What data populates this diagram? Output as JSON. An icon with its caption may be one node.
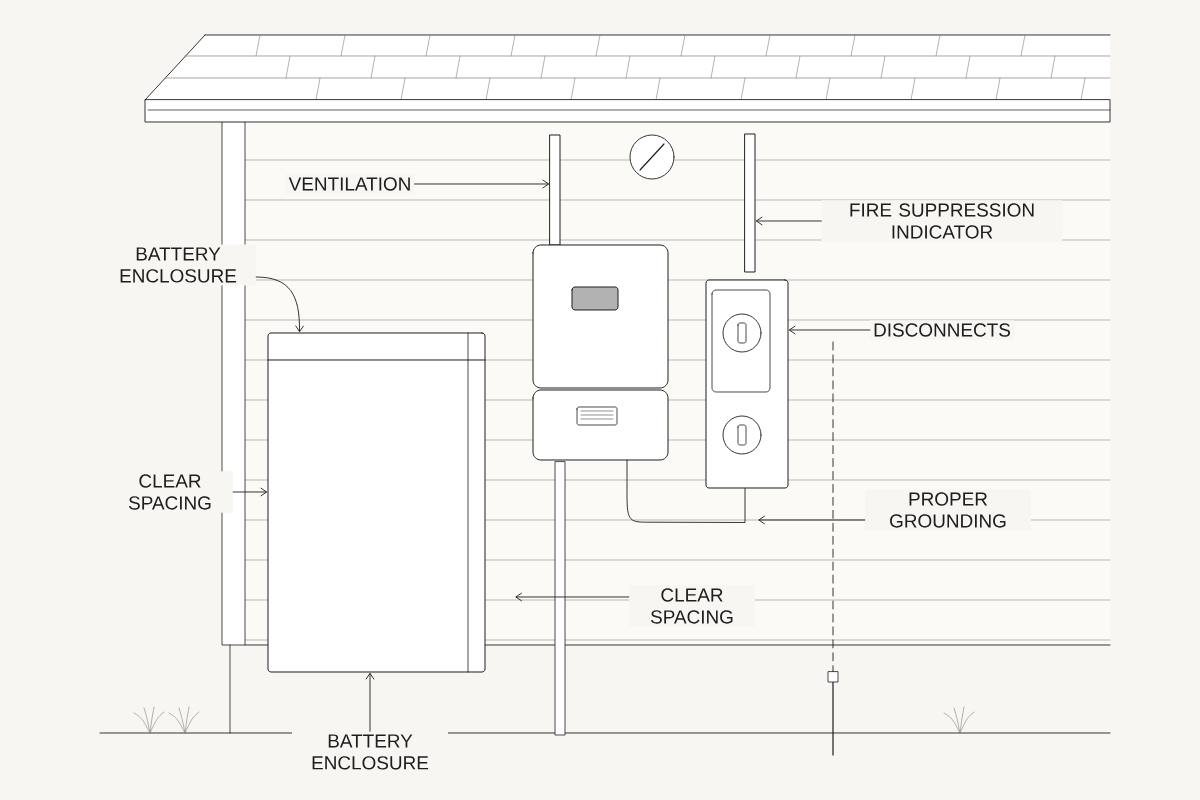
{
  "diagram": {
    "nodes": [
      {
        "text": [
          "VENTILATION"
        ]
      },
      {
        "text": [
          "BATTERY ENCLOSURE"
        ]
      },
      {
        "text": [
          "FIRE SUPPRESSION INDICATOR"
        ]
      },
      {
        "text": [
          "DISCONNECTS"
        ]
      },
      {
        "text": [
          "CLEAR SPACING"
        ]
      },
      {
        "text": [
          "PROPER GROUNDING"
        ]
      },
      {
        "text": [
          "CLEAR SPACING"
        ]
      },
      {
        "text": [
          "BATTERY ENCLOSURE"
        ]
      },
      {
        "text": [],
        "shape": "box"
      },
      {
        "text": [],
        "shape": "bar"
      },
      {
        "text": [],
        "shape": "box"
      },
      {
        "text": [],
        "shape": "bar"
      },
      {
        "text": [],
        "shape": "box"
      }
    ],
    "edges": [
      {
        "from": 0,
        "to": 9,
        "arrow": "to"
      },
      {
        "from": 1,
        "to": 8,
        "arrow": "to"
      },
      {
        "from": 2,
        "to": 11,
        "arrow": "to"
      },
      {
        "from": 3,
        "to": 12,
        "arrow": "to"
      },
      {
        "from": 4,
        "to": 8,
        "arrow": "to"
      },
      {
        "from": 5,
        "to": null,
        "arrow": "to"
      },
      {
        "from": 6,
        "to": null,
        "arrow": "to"
      },
      {
        "from": 7,
        "to": 8,
        "arrow": "to"
      },
      {
        "from": 10,
        "to": 12,
        "arrow": "none"
      }
    ]
  }
}
